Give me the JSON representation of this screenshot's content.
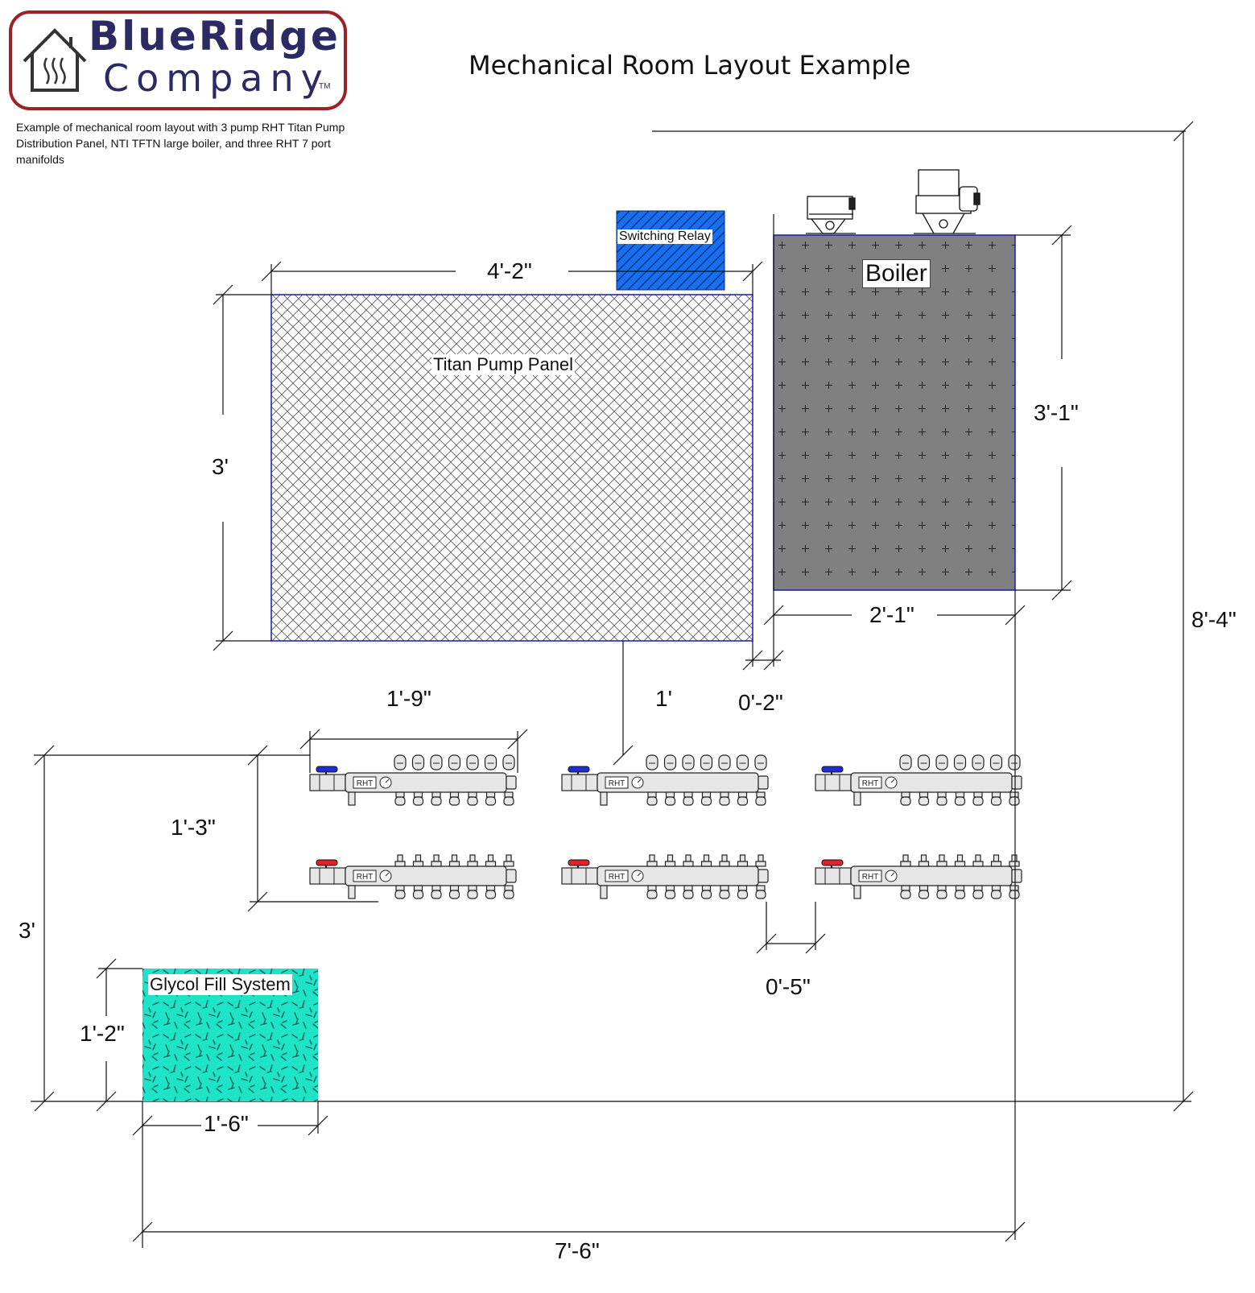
{
  "logo": {
    "line1": "BlueRidge",
    "line2": "Company",
    "tm": "TM"
  },
  "caption": "Example of mechanical room layout with 3 pump RHT Titan Pump Distribution Panel, NTI TFTN large boiler, and three RHT 7 port manifolds",
  "title": "Mechanical Room Layout Example",
  "labels": {
    "titan": "Titan Pump Panel",
    "relay": "Switching Relay",
    "boiler": "Boiler",
    "glycol": "Glycol Fill System",
    "manifold_brand": "RHT"
  },
  "dims": {
    "panel_width": "4'-2\"",
    "panel_height": "3'",
    "boiler_height": "3'-1\"",
    "boiler_width": "2'-1\"",
    "room_height": "8'-4\"",
    "gap_panel_boiler": "0'-2\"",
    "panel_to_manifold": "1'",
    "manifold_length": "1'-9\"",
    "manifold_spacing": "1'-3\"",
    "floor_to_manifold": "3'",
    "manifold_gap": "0'-5\"",
    "glycol_height": "1'-2\"",
    "glycol_width": "1'-6\"",
    "room_width": "7'-6\""
  },
  "colors": {
    "logo_red": "#9b2226",
    "logo_navy": "#2b2a63",
    "relay_blue": "#1a6ff0",
    "boiler_gray": "#808080",
    "glycol_teal": "#1ee3c6",
    "outline_blue": "#1a1aa8",
    "supply_valve": "#1f2bd6",
    "return_valve": "#e0202a"
  }
}
